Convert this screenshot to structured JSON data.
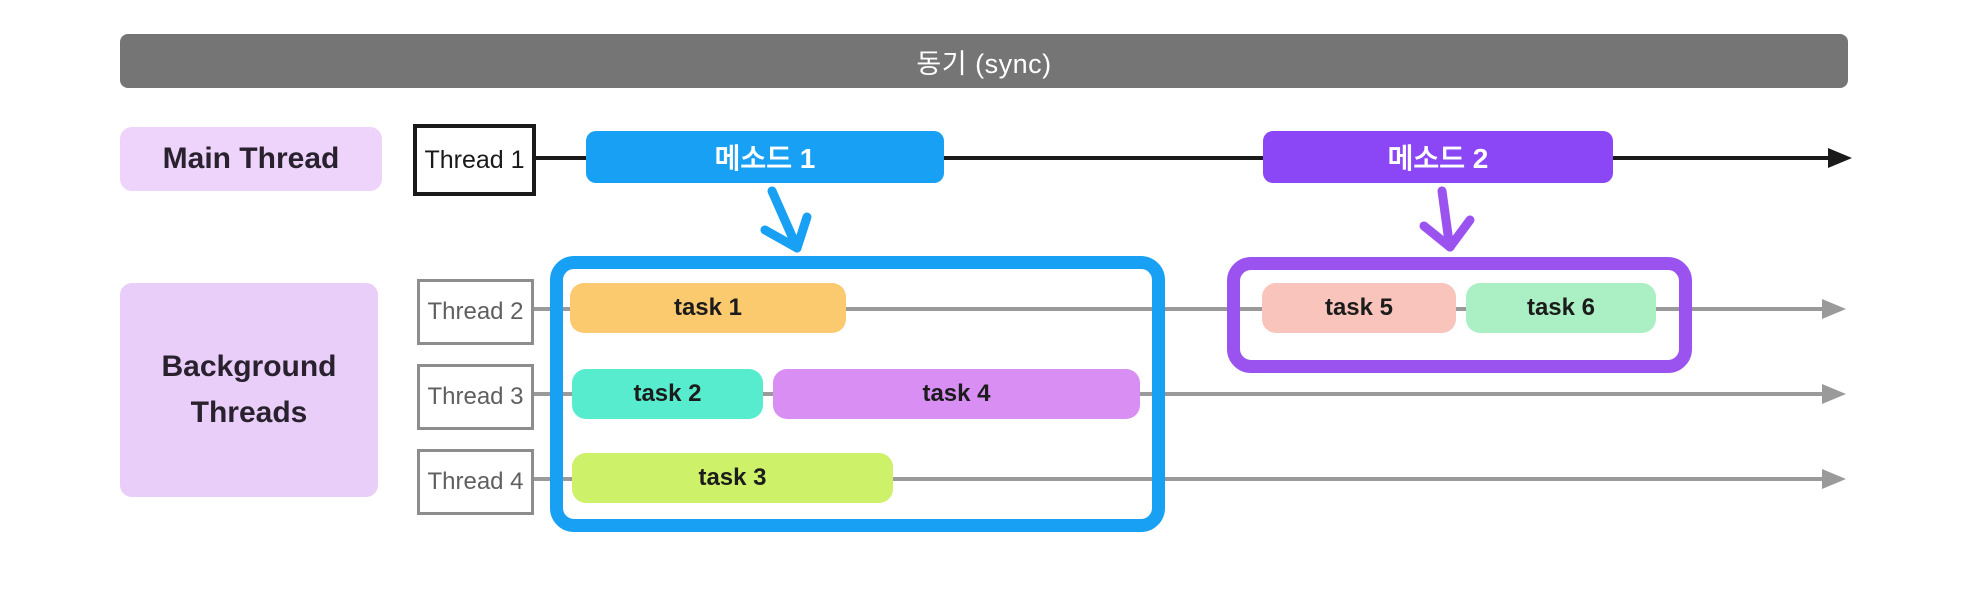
{
  "diagram_title": "동기 (sync)",
  "banner": {
    "text": "동기 (sync)",
    "bg": "#757575",
    "text_color": "#ffffff"
  },
  "main_thread": {
    "label": "Main Thread",
    "label_bg": "#eed4fb",
    "thread_box": {
      "label": "Thread 1"
    },
    "method_1": {
      "label": "메소드 1",
      "color": "#18a0f4"
    },
    "method_2": {
      "label": "메소드 2",
      "color": "#8b46f6"
    }
  },
  "background_threads": {
    "label": {
      "line1": "Background",
      "line2": "Threads"
    },
    "label_bg": "#e9cef9",
    "thread_boxes": [
      {
        "label": "Thread 2"
      },
      {
        "label": "Thread 3"
      },
      {
        "label": "Thread 4"
      }
    ]
  },
  "tasks": {
    "task_1": {
      "label": "task 1",
      "color": "#fbc96e",
      "thread": "Thread 2"
    },
    "task_2": {
      "label": "task 2",
      "color": "#57ecce",
      "thread": "Thread 3"
    },
    "task_3": {
      "label": "task 3",
      "color": "#cdf168",
      "thread": "Thread 4"
    },
    "task_4": {
      "label": "task 4",
      "color": "#d88ef2",
      "thread": "Thread 3"
    },
    "task_5": {
      "label": "task 5",
      "color": "#f9c4bc",
      "thread": "Thread 2"
    },
    "task_6": {
      "label": "task 6",
      "color": "#aaf0c4",
      "thread": "Thread 2"
    }
  },
  "groups": {
    "method_1_group": {
      "border_color": "#18a0f4",
      "contains": [
        "task 1",
        "task 2",
        "task 3",
        "task 4"
      ]
    },
    "method_2_group": {
      "border_color": "#9b53f0",
      "contains": [
        "task 5",
        "task 6"
      ]
    }
  },
  "arrows": {
    "main_timeline_color": "#1a1a1a",
    "thread_timeline_color": "#9a9a9a",
    "method1_arrow_color": "#18a0f4",
    "method2_arrow_color": "#9b53f0"
  }
}
